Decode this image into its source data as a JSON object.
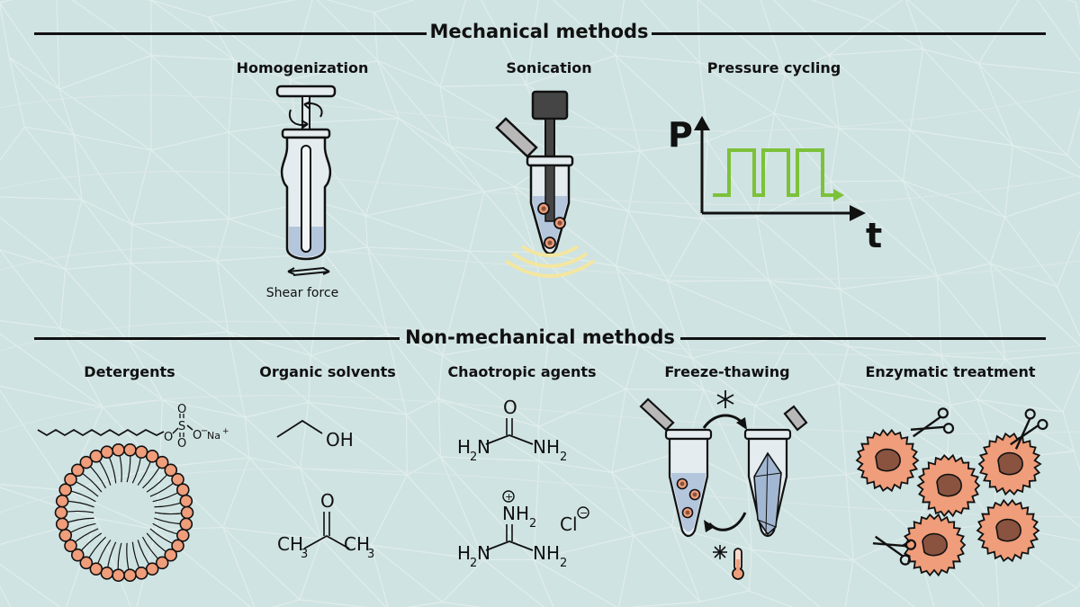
{
  "mechanical": {
    "title": "Mechanical methods",
    "homogenization": {
      "title": "Homogenization",
      "caption": "Shear force"
    },
    "sonication": {
      "title": "Sonication"
    },
    "pressure_cycling": {
      "title": "Pressure cycling",
      "y_label": "P",
      "x_label": "t"
    }
  },
  "non_mechanical": {
    "title": "Non-mechanical methods",
    "detergents": {
      "title": "Detergents",
      "atom_o": "O",
      "atom_s": "S",
      "atom_na": "Na",
      "charge_minus": "−",
      "charge_plus": "+"
    },
    "organic_solvents": {
      "title": "Organic solvents",
      "ethanol_group": "OH",
      "acetone_o": "O",
      "acetone_ch3": "CH",
      "sub_3": "3"
    },
    "chaotropic_agents": {
      "title": "Chaotropic agents",
      "urea_o": "O",
      "nh": "NH",
      "hn": "H",
      "n": "N",
      "sub_2": "2",
      "chloride": "Cl",
      "plus": "+",
      "minus": "−"
    },
    "freeze_thawing": {
      "title": "Freeze-thawing"
    },
    "enzymatic_treatment": {
      "title": "Enzymatic treatment"
    }
  },
  "colors": {
    "background": "#cfe3e2",
    "ink": "#111111",
    "tube_fill": "#e4ecef",
    "liquid": "#b4c6dc",
    "cell_orange": "#ef9d7a",
    "cell_core": "#8a5340",
    "signal_green": "#7dc13a",
    "wave_yellow": "#f4e6a0",
    "cap_grey": "#9a9a9a",
    "probe_dark": "#454545"
  }
}
